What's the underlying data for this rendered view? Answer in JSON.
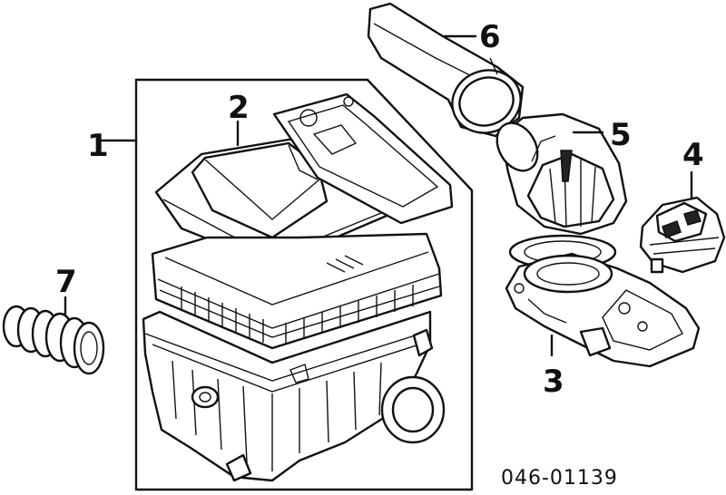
{
  "labels": {
    "p1": "1",
    "p2": "2",
    "p3": "3",
    "p4": "4",
    "p5": "5",
    "p6": "6",
    "p7": "7"
  },
  "diagram_code": "046-01139",
  "colors": {
    "ink": "#111111",
    "paper": "#ffffff"
  }
}
